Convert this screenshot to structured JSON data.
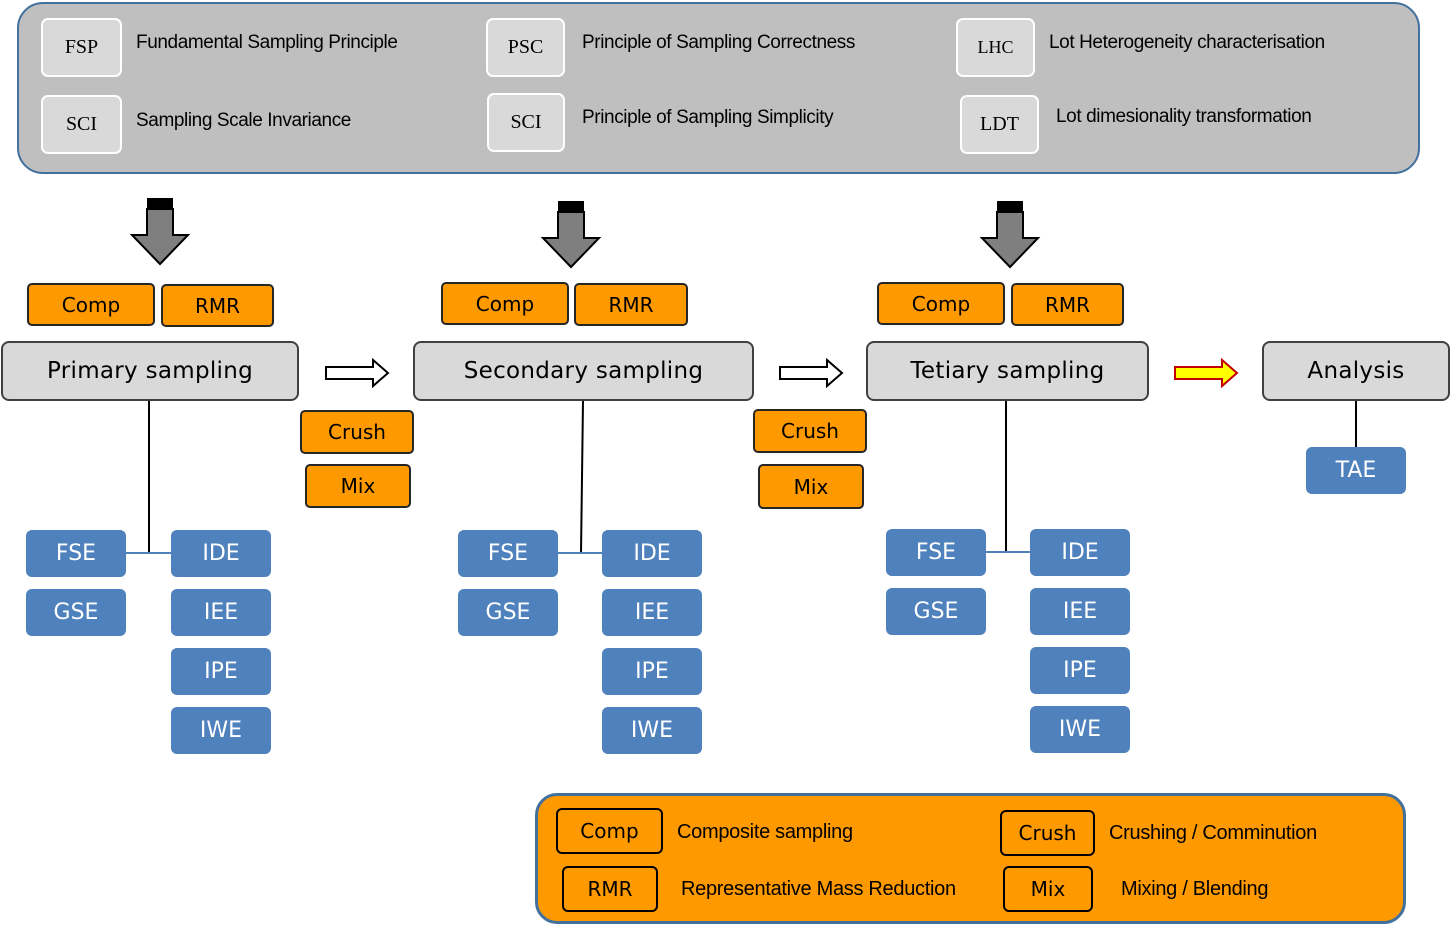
{
  "principles": [
    {
      "code": "FSP",
      "label": "Fundamental Sampling Principle"
    },
    {
      "code": "SCI",
      "label": "Sampling Scale Invariance"
    },
    {
      "code": "PSC",
      "label": "Principle of Sampling Correctness"
    },
    {
      "code": "SCI",
      "label": "Principle of Sampling  Simplicity"
    },
    {
      "code": "LHC",
      "label": "Lot Heterogeneity characterisation"
    },
    {
      "code": "LDT",
      "label": "Lot dimesionality transformation"
    }
  ],
  "stages": {
    "primary": "Primary sampling",
    "secondary": "Secondary sampling",
    "tertiary": "Tetiary sampling",
    "analysis": "Analysis"
  },
  "ops": {
    "comp": "Comp",
    "rmr": "RMR",
    "crush": "Crush",
    "mix": "Mix"
  },
  "errors": {
    "fse": "FSE",
    "gse": "GSE",
    "ide": "IDE",
    "iee": "IEE",
    "ipe": "IPE",
    "iwe": "IWE",
    "tae": "TAE"
  },
  "legend": [
    {
      "key": "Comp",
      "label": "Composite sampling"
    },
    {
      "key": "RMR",
      "label": "Representative Mass Reduction"
    },
    {
      "key": "Crush",
      "label": "Crushing / Comminution"
    },
    {
      "key": "Mix",
      "label": "Mixing / Blending"
    }
  ],
  "colors": {
    "panel_gray": "#bfbfbf",
    "panel_border": "#41719c",
    "operation_orange": "#ff9900",
    "error_blue": "#4f81bd",
    "final_arrow_fill": "#ffff00",
    "final_arrow_stroke": "#c00000"
  }
}
